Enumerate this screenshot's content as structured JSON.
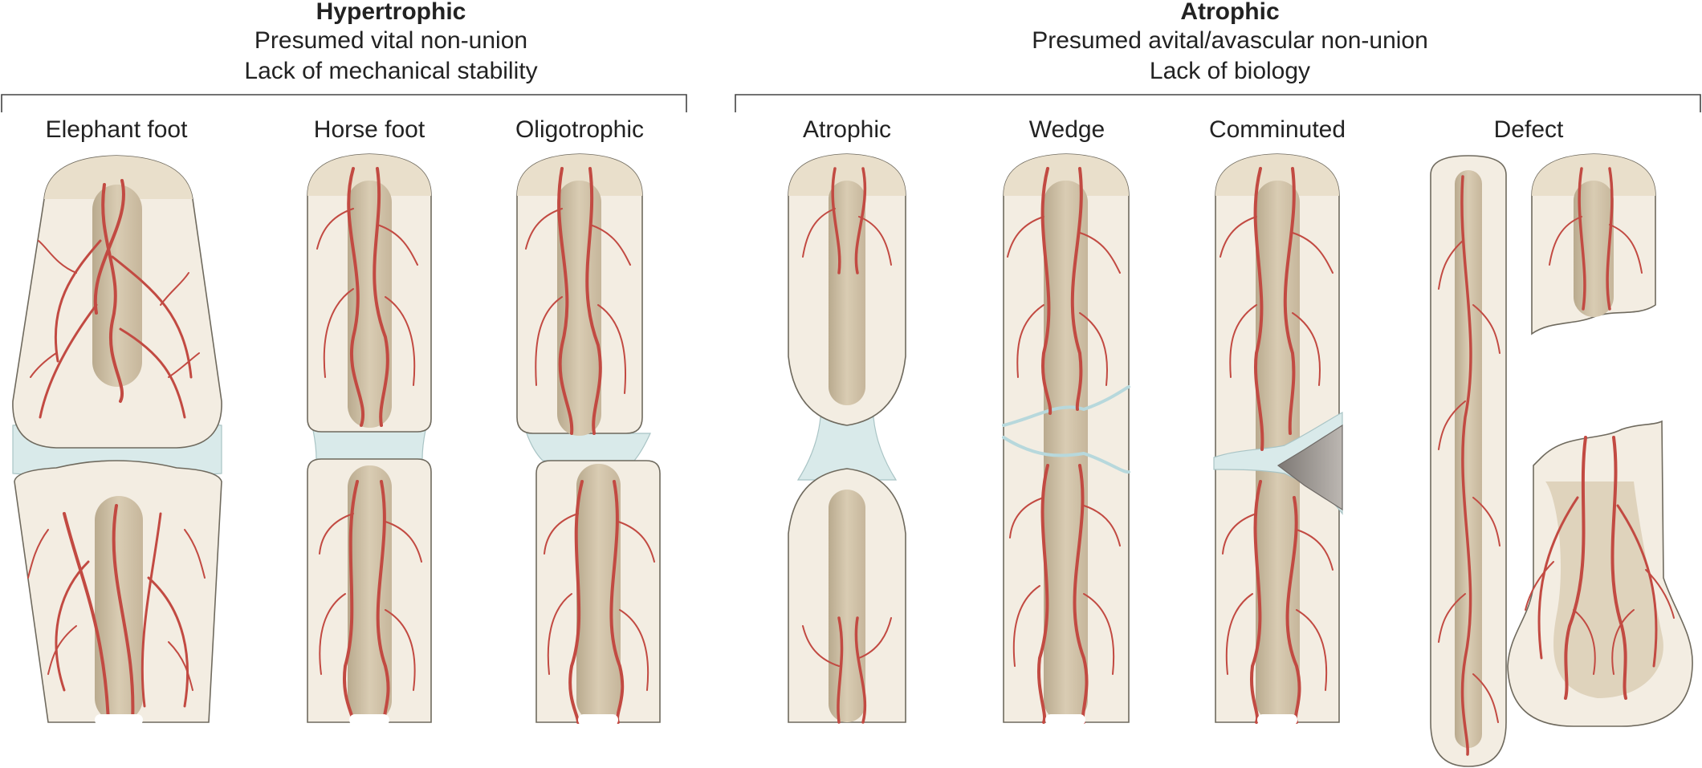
{
  "groups": {
    "hypertrophic": {
      "title": "Hypertrophic",
      "line1": "Presumed vital non-union",
      "line2": "Lack of mechanical stability"
    },
    "atrophic": {
      "title": "Atrophic",
      "line1": "Presumed avital/avascular non-union",
      "line2": "Lack of biology"
    }
  },
  "columns": {
    "elephant_foot": "Elephant foot",
    "horse_foot": "Horse foot",
    "oligotrophic": "Oligotrophic",
    "atrophic": "Atrophic",
    "wedge": "Wedge",
    "comminuted": "Comminuted",
    "defect": "Defect"
  },
  "colors": {
    "bone": "#f3ede2",
    "marrow": "#cdbfa6",
    "vessel": "#c24a42",
    "callus": "#d9eaea",
    "comminuted_fragment": "#9a9590"
  }
}
